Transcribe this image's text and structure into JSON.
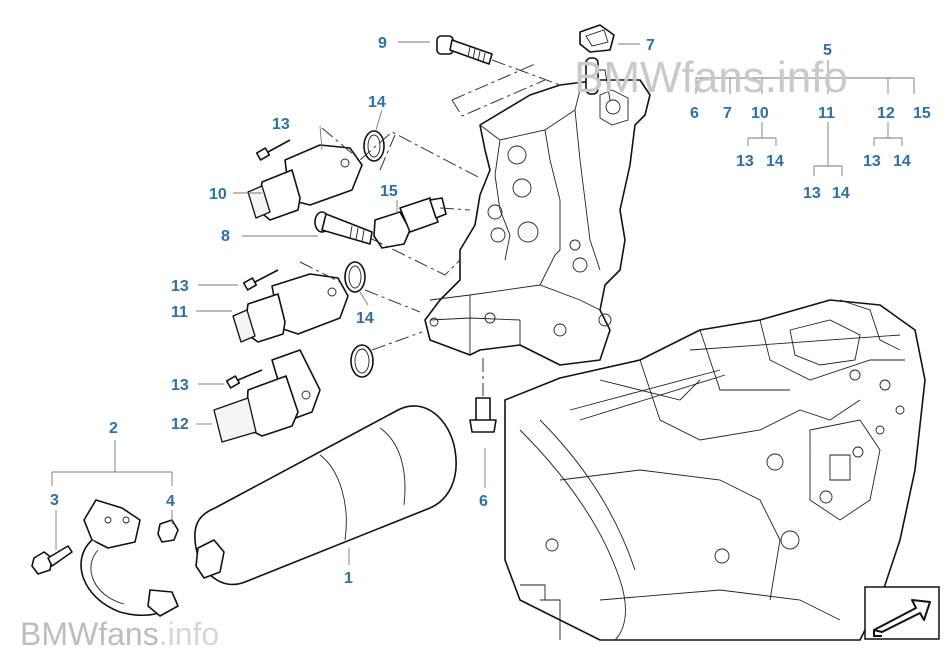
{
  "watermark": {
    "top": "BMWfans.info",
    "bottom_brand": "BMWfans",
    "bottom_suffix": ".info"
  },
  "callouts": {
    "c1": "1",
    "c2": "2",
    "c3": "3",
    "c4": "4",
    "c5": "5",
    "c6a": "6",
    "c6b": "6",
    "c7a": "7",
    "c7b": "7",
    "c8": "8",
    "c9": "9",
    "c10a": "10",
    "c10b": "10",
    "c11a": "11",
    "c11b": "11",
    "c12a": "12",
    "c12b": "12",
    "c13a": "13",
    "c13b": "13",
    "c13c": "13",
    "c13d": "13",
    "c13e": "13",
    "c13f": "13",
    "c14a": "14",
    "c14b": "14",
    "c14c": "14",
    "c14d": "14",
    "c14e": "14",
    "c15a": "15",
    "c15b": "15"
  },
  "colors": {
    "callout": "#2e6fa8",
    "line": "#222222",
    "watermark": "#c9c9c9"
  },
  "icons": {
    "corner": "arrow-view-icon"
  }
}
